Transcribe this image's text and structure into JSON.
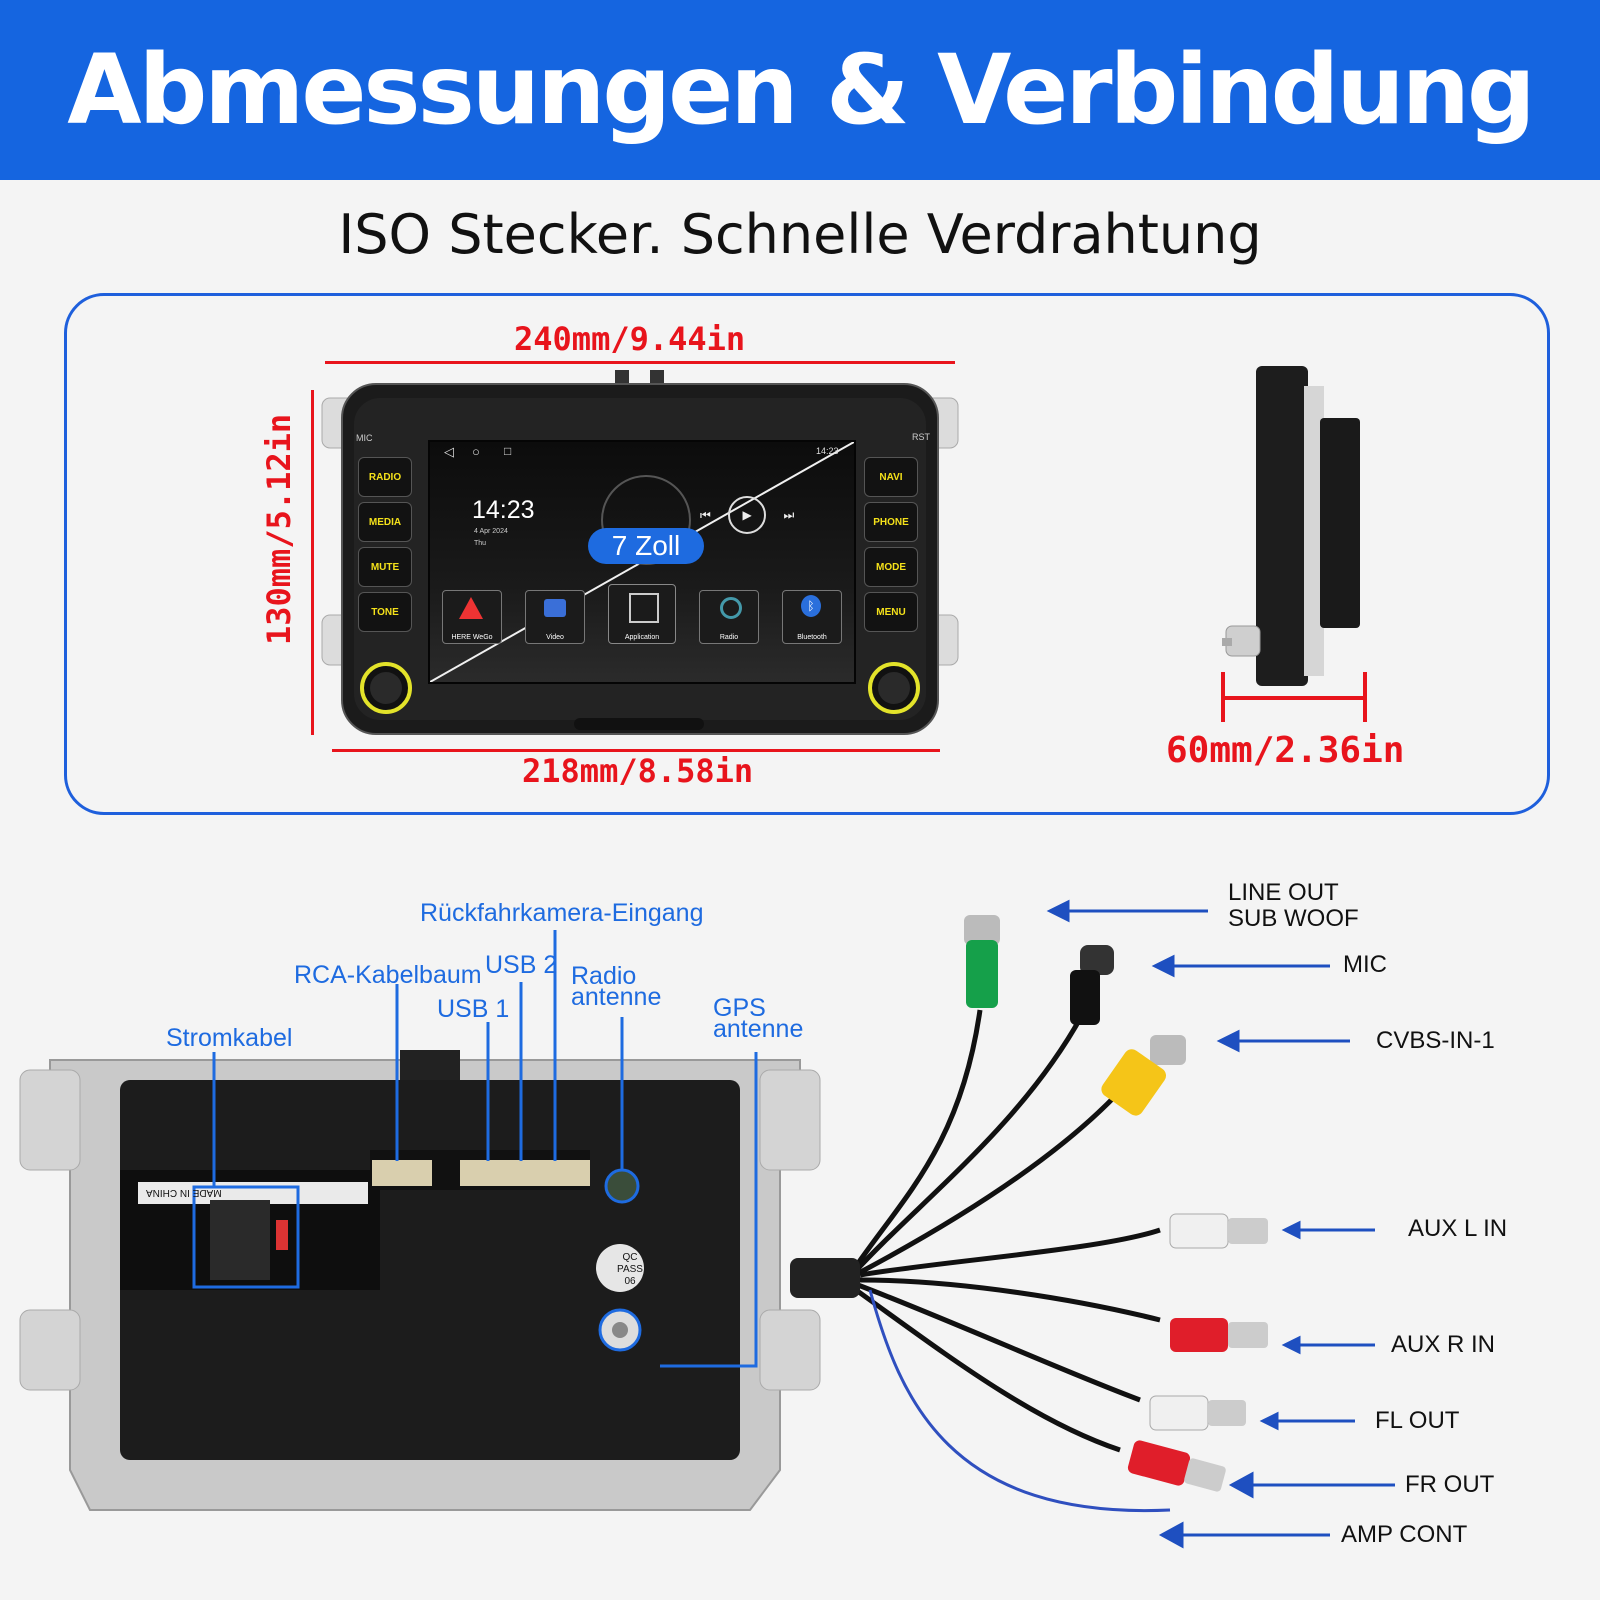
{
  "header": {
    "title": "Abmessungen & Verbindung"
  },
  "subtitle": "ISO Stecker. Schnelle Verdrahtung",
  "dimensions": {
    "top_width": "240mm/9.44in",
    "bottom_width": "218mm/8.58in",
    "height": "130mm/5.12in",
    "depth": "60mm/2.36in"
  },
  "front_panel": {
    "top_left": "MIC",
    "top_right": "RST",
    "left_buttons": [
      "RADIO",
      "MEDIA",
      "MUTE",
      "TONE"
    ],
    "right_buttons": [
      "NAVI",
      "PHONE",
      "MODE",
      "MENU"
    ],
    "screen": {
      "clock": "14:23",
      "date": "4 Apr 2024",
      "day": "Thu",
      "status_time": "14:23",
      "size_badge": "7 Zoll",
      "apps": [
        "HERE WeGo",
        "Video",
        "Application",
        "Radio",
        "Bluetooth"
      ]
    }
  },
  "rear_labels": {
    "reverse_camera": "Rückfahrkamera-Eingang",
    "rca_harness": "RCA-Kabelbaum",
    "usb2": "USB 2",
    "radio_antenna_line1": "Radio",
    "radio_antenna_line2": "antenne",
    "usb1": "USB 1",
    "gps_antenna_line1": "GPS",
    "gps_antenna_line2": "antenne",
    "power_cable": "Stromkabel"
  },
  "rear_panel": {
    "made_in": "MADE IN CHINA",
    "qc_line1": "QC",
    "qc_line2": "PASS",
    "qc_line3": "06"
  },
  "cables": {
    "line_out_line1": "LINE OUT",
    "line_out_line2": "SUB WOOF",
    "mic": "MIC",
    "cvbs": "CVBS-IN-1",
    "aux_l": "AUX L IN",
    "aux_r": "AUX R IN",
    "fl_out": "FL OUT",
    "fr_out": "FR OUT",
    "amp_cont": "AMP CONT"
  },
  "colors": {
    "banner": "#1565e0",
    "accent_blue": "#1e6be0",
    "dimension_red": "#e8141c",
    "rca_green": "#15a04a",
    "rca_yellow": "#f5c518",
    "rca_red": "#e01e2a"
  }
}
